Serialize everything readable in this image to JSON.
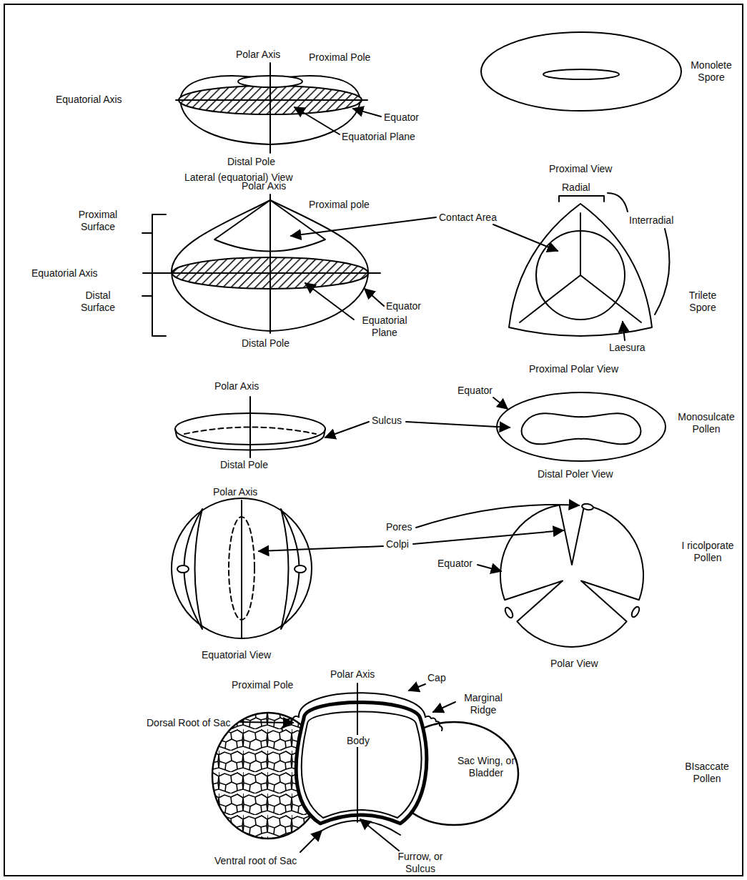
{
  "diagram": {
    "labels": [
      "Polar Axis",
      "Proximal Pole",
      "Equatorial Axis",
      "Equator",
      "Equatorial Plane",
      "Distal Pole",
      "Lateral (equatorial) View",
      "Monolete Spore",
      "Proximal View",
      "Polar Axis",
      "Proximal pole",
      "Proximal Surface",
      "Equatorial Axis",
      "Distal Surface",
      "Contact Area",
      "Equator",
      "Equatorial Plane",
      "Distal Pole",
      "Radial",
      "Interradial",
      "Trilete Spore",
      "Laesura",
      "Proximal Polar View",
      "Polar Axis",
      "Sulcus",
      "Distal Pole",
      "Equator",
      "Monosulcate Pollen",
      "Distal Poler View",
      "Polar Axis",
      "Pores",
      "Colpi",
      "Equator",
      "I ricolporate Pollen",
      "Equatorial View",
      "Polar View",
      "Proximal Pole",
      "Polar Axis",
      "Cap",
      "Marginal Ridge",
      "Dorsal Root of Sac",
      "Body",
      "Sac Wing, or Bladder",
      "BIsaccate Pollen",
      "Ventral root of Sac",
      "Furrow, or Sulcus"
    ]
  }
}
